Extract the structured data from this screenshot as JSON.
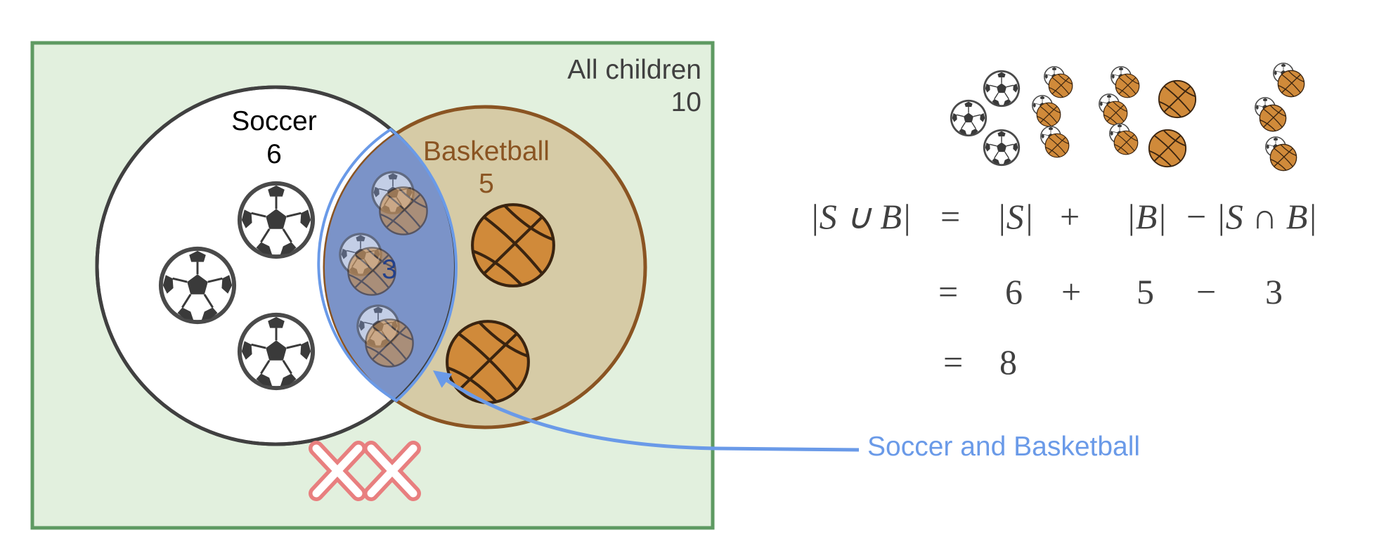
{
  "universe": {
    "label": "All children",
    "count": "10"
  },
  "soccer": {
    "label": "Soccer",
    "count": "6"
  },
  "basketball": {
    "label": "Basketball",
    "count": "5"
  },
  "intersection": {
    "count": "3",
    "callout": "Soccer and Basketball"
  },
  "formula": {
    "line1": {
      "lhs": "|S ∪ B|",
      "eq": "=",
      "s": "|S|",
      "plus": "+",
      "b": "|B|",
      "minus": "−",
      "sb": "|S ∩ B|"
    },
    "line2": {
      "eq": "=",
      "a": "6",
      "plus": "+",
      "b": "5",
      "minus": "−",
      "c": "3"
    },
    "line3": {
      "eq": "=",
      "result": "8"
    }
  },
  "colors": {
    "universe_fill": "#e2f0de",
    "universe_stroke": "#5e9a62",
    "soccer_stroke": "#404040",
    "basketball_fill": "#d6cba6",
    "basketball_stroke": "#8a5422",
    "intersection_fill": "#7b93c8",
    "callout": "#6a9ae8",
    "cross": "#e87f7f",
    "ball_orange": "#d08a3a"
  },
  "icons": [
    "soccer-ball-icon",
    "basketball-icon",
    "cross-icon",
    "arrow-icon"
  ]
}
